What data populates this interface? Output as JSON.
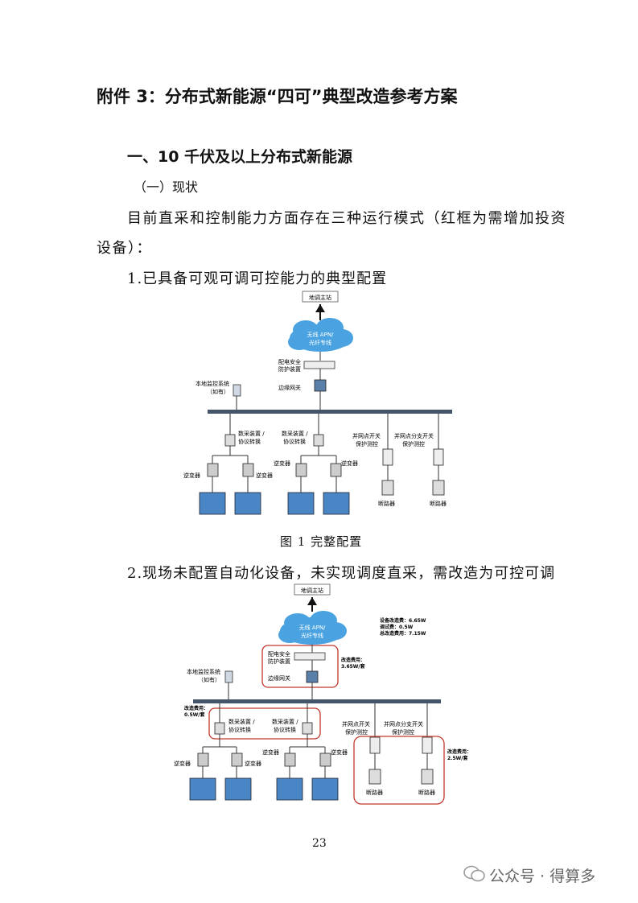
{
  "doc": {
    "title": "附件 3：分布式新能源“四可”典型改造参考方案",
    "section1": "一、10 千伏及以上分布式新能源",
    "sub1": "（一）现状",
    "para_line1": "目前直采和控制能力方面存在三种运行模式（红框为需增加投资",
    "para_line2": "设备）：",
    "item1": "1.已具备可观可调可控能力的典型配置",
    "caption1": "图 1  完整配置",
    "item2": "2.现场未配置自动化设备，未实现调度直采，需改造为可控可调",
    "page_number": "23",
    "watermark": "公众号 · 得算多"
  },
  "diagram1": {
    "master": "地调主站",
    "cloud_l1": "无线 APN/",
    "cloud_l2": "光纤专线",
    "security_l1": "配电安全",
    "security_l2": "防护装置",
    "gateway": "边缘网关",
    "local_l1": "本地监控系统",
    "local_l2": "（如有）",
    "collector_l1": "数采装置 /",
    "collector_l2": "协议转换",
    "inverter": "逆变器",
    "grid_point_l1": "并网点开关",
    "grid_point_l2": "保护测控",
    "branch_l1": "并网点分支开关",
    "branch_l2": "保护测控",
    "breaker": "断路器"
  },
  "diagram2": {
    "cost_total_1": "设备改造费：6.65W",
    "cost_total_2": "调试费：0.5W",
    "cost_total_3": "总改造费用：7.15W",
    "cost_security_1": "改造费用：",
    "cost_security_2": "3.65W/套",
    "cost_collector_1": "改造费用：",
    "cost_collector_2": "0.5W/套",
    "cost_breaker_1": "改造费用：",
    "cost_breaker_2": "2.5W/套"
  },
  "colors": {
    "cloud": "#4aa3e0",
    "bus": "#44546a",
    "red": "#c0392b",
    "panel": "#4a86c5"
  }
}
